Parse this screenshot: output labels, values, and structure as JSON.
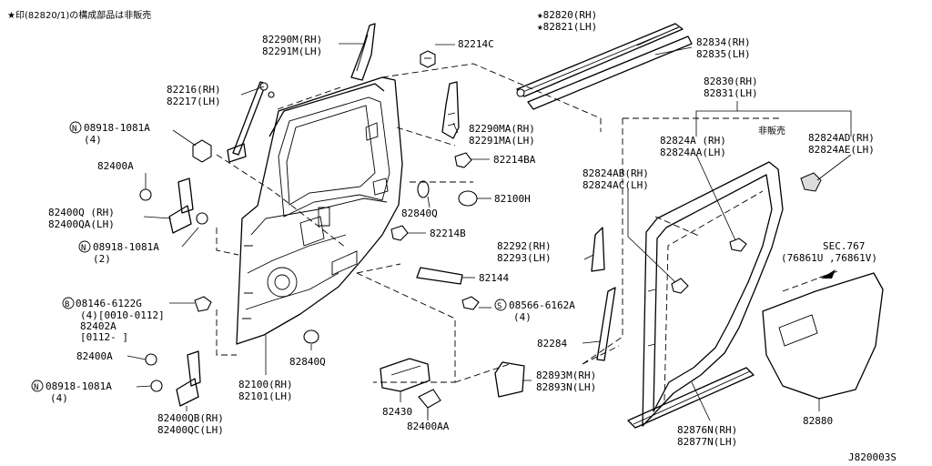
{
  "note": "★印(82820/1)の構成部品は非販売",
  "not_sold": "非販売",
  "diagram_id": "J820003S",
  "callouts": [
    {
      "id": "c-82290m",
      "lines": [
        "82290M(RH)",
        "82291M(LH)"
      ]
    },
    {
      "id": "c-82214c",
      "lines": [
        "82214C"
      ]
    },
    {
      "id": "c-82820",
      "lines": [
        "★82820(RH)",
        "★82821(LH)"
      ]
    },
    {
      "id": "c-82834",
      "lines": [
        "82834(RH)",
        "82835(LH)"
      ]
    },
    {
      "id": "c-82216",
      "lines": [
        "82216(RH)",
        "82217(LH)"
      ]
    },
    {
      "id": "c-08918-a",
      "lines": [
        "08918-1081A",
        "(4)"
      ]
    },
    {
      "id": "c-82290ma",
      "lines": [
        "82290MA(RH)",
        "82291MA(LH)"
      ]
    },
    {
      "id": "c-82830",
      "lines": [
        "82830(RH)",
        "82831(LH)"
      ]
    },
    {
      "id": "c-82824a",
      "lines": [
        "82824A (RH)",
        "82824AA(LH)"
      ]
    },
    {
      "id": "c-82824ad",
      "lines": [
        "82824AD(RH)",
        "82824AE(LH)"
      ]
    },
    {
      "id": "c-82214ba",
      "lines": [
        "82214BA"
      ]
    },
    {
      "id": "c-82400a-top",
      "lines": [
        "82400A"
      ]
    },
    {
      "id": "c-82824ab",
      "lines": [
        "82824AB(RH)",
        "82824AC(LH)"
      ]
    },
    {
      "id": "c-82100h",
      "lines": [
        "82100H"
      ]
    },
    {
      "id": "c-82400q",
      "lines": [
        "82400Q (RH)",
        "82400QA(LH)"
      ]
    },
    {
      "id": "c-82840q-top",
      "lines": [
        "82840Q"
      ]
    },
    {
      "id": "c-82214b",
      "lines": [
        "82214B"
      ]
    },
    {
      "id": "c-08918-b",
      "lines": [
        "08918-1081A",
        "(2)"
      ]
    },
    {
      "id": "c-82292",
      "lines": [
        "82292(RH)",
        "82293(LH)"
      ]
    },
    {
      "id": "c-sec767",
      "lines": [
        "SEC.767",
        "(76861U ,76861V)"
      ]
    },
    {
      "id": "c-82144",
      "lines": [
        "82144"
      ]
    },
    {
      "id": "c-08146",
      "lines": [
        "08146-6122G",
        "(4)[0010-0112]",
        "82402A",
        "[0112-      ]"
      ]
    },
    {
      "id": "c-08566",
      "lines": [
        "08566-6162A",
        "(4)"
      ]
    },
    {
      "id": "c-82284",
      "lines": [
        "82284"
      ]
    },
    {
      "id": "c-82400a-bot",
      "lines": [
        "82400A"
      ]
    },
    {
      "id": "c-82840q-bot",
      "lines": [
        "82840Q"
      ]
    },
    {
      "id": "c-82893m",
      "lines": [
        "82893M(RH)",
        "82893N(LH)"
      ]
    },
    {
      "id": "c-08918-c",
      "lines": [
        "08918-1081A",
        "(4)"
      ]
    },
    {
      "id": "c-82100",
      "lines": [
        "82100(RH)",
        "82101(LH)"
      ]
    },
    {
      "id": "c-82430",
      "lines": [
        "82430"
      ]
    },
    {
      "id": "c-82880",
      "lines": [
        "82880"
      ]
    },
    {
      "id": "c-82400qb",
      "lines": [
        "82400QB(RH)",
        "82400QC(LH)"
      ]
    },
    {
      "id": "c-82400aa",
      "lines": [
        "82400AA"
      ]
    },
    {
      "id": "c-82876n",
      "lines": [
        "82876N(RH)",
        "82877N(LH)"
      ]
    }
  ],
  "circle_prefixes": [
    {
      "id": "p-08918-a",
      "letter": "N"
    },
    {
      "id": "p-08918-b",
      "letter": "N"
    },
    {
      "id": "p-08146",
      "letter": "B"
    },
    {
      "id": "p-08566",
      "letter": "S"
    },
    {
      "id": "p-08918-c",
      "letter": "N"
    }
  ]
}
